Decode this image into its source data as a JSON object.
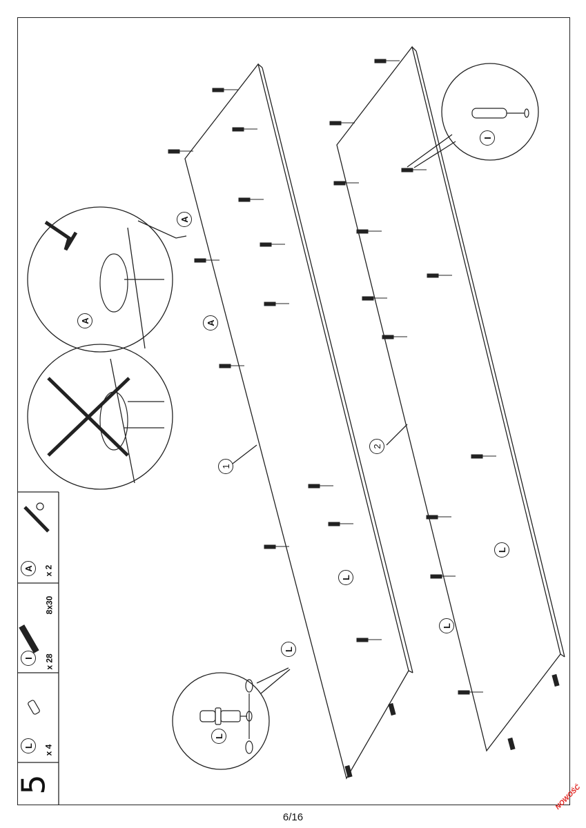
{
  "step": {
    "number": "5"
  },
  "parts": [
    {
      "letter": "L",
      "qty": "x 4",
      "size": ""
    },
    {
      "letter": "I",
      "qty": "x 28",
      "size": "8x30"
    },
    {
      "letter": "A",
      "qty": "x 2",
      "size": ""
    }
  ],
  "callouts": {
    "A1": "A",
    "A2": "A",
    "A3": "A",
    "I1": "I",
    "L1": "L",
    "L2": "L",
    "L3": "L",
    "L4": "L",
    "L5": "L"
  },
  "panels": {
    "panel1": "1",
    "panel2": "2"
  },
  "footer": {
    "page": "6/16",
    "stamp": "NOWOŚĆ"
  },
  "colors": {
    "line": "#222222",
    "stamp": "#e0201c"
  }
}
